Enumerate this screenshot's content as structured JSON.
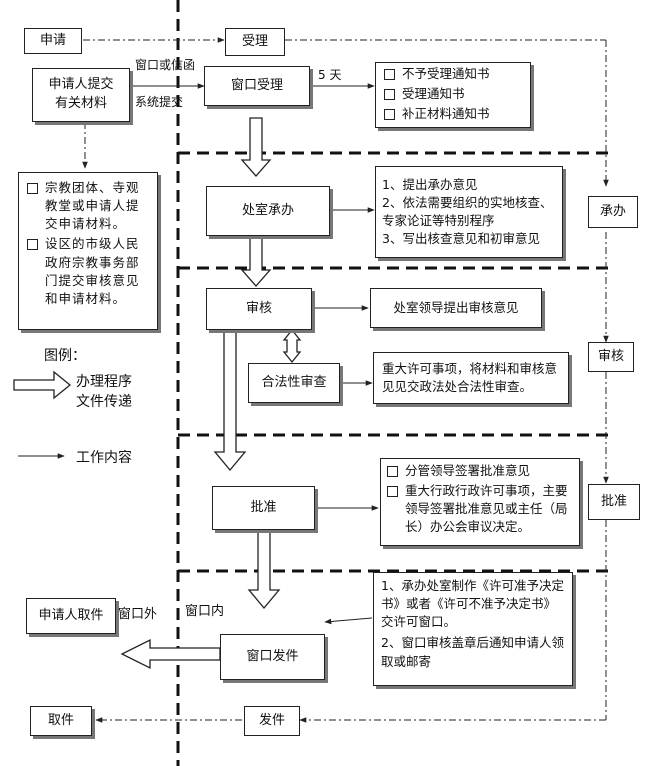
{
  "top": {
    "apply": "申请",
    "accept": "受理"
  },
  "left": {
    "applicant_submit": "申请人提交\n有关材料",
    "via_window": "窗口或信函",
    "via_system": "系统提交",
    "materials": [
      "宗教团体、寺观教堂或申请人提交申请材料。",
      "设区的市级人民政府宗教事务部门提交审核意见和申请材料。"
    ]
  },
  "legend": {
    "title": "图例：",
    "process_label": "办理程序\n文件传递",
    "work_label": "工作内容"
  },
  "steps": {
    "window_accept": "窗口受理",
    "five_days": "5 天",
    "dept_undertake": "处室承办",
    "review": "审核",
    "legality": "合法性审查",
    "approve": "批准",
    "window_issue": "窗口发件"
  },
  "outputs": {
    "accept_notices": [
      "不予受理通知书",
      "受理通知书",
      "补正材料通知书"
    ],
    "undertake_items": [
      "1、提出承办意见",
      "2、依法需要组织的实地核查、专家论证等特别程序",
      "3、写出核查意见和初审意见"
    ],
    "review_item": "处室领导提出审核意见",
    "legality_item": "重大许可事项，将材料和审核意见见交政法处合法性审查。",
    "approve_items": [
      "分管领导签署批准意见",
      "重大行政行政许可事项，主要领导签署批准意见或主任（局长）办公会审议决定。"
    ],
    "issue_items": [
      "1、承办处室制作《许可准予决定书》或者《许可不准予决定书》交许可窗口。",
      "2、窗口审核盖章后通知申请人领取或邮寄"
    ]
  },
  "right": {
    "undertake": "承办",
    "review": "审核",
    "approve": "批准"
  },
  "bottom": {
    "applicant_pickup": "申请人取件",
    "outside_window": "窗口外",
    "inside_window": "窗口内",
    "pickup": "取件",
    "dispatch": "发件"
  }
}
